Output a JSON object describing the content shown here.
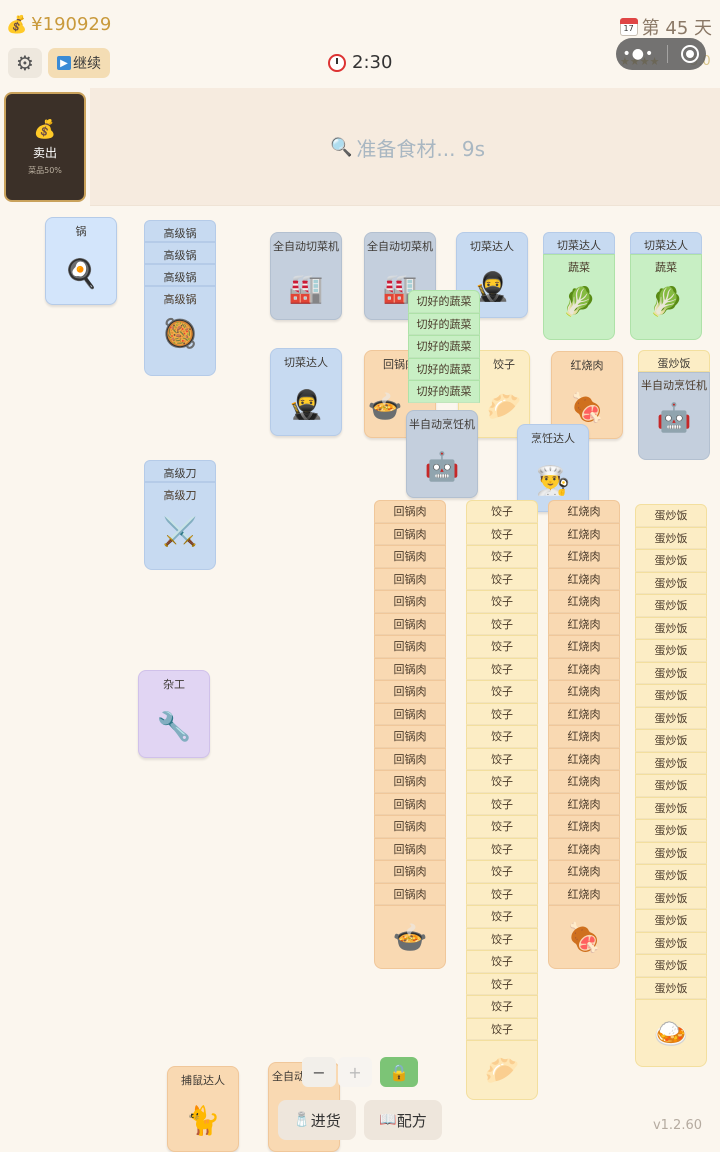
{
  "hud": {
    "money": "¥190929",
    "calendar_num": "17",
    "day": "第 45 天",
    "continue_label": "继续",
    "timer": "2:30",
    "stars": "★★★★",
    "score": "5.0"
  },
  "sell": {
    "label": "卖出",
    "sub": "菜品50%"
  },
  "banner": {
    "text": "准备食材... 9s"
  },
  "cards": {
    "guo": "锅",
    "gaoji_guo": "高级锅",
    "gaoji_dao": "高级刀",
    "zagong": "杂工",
    "quan_qie": "全自动切菜机",
    "qie_daren": "切菜达人",
    "shucai": "蔬菜",
    "qiehao_shucai": "切好的蔬菜",
    "banzi_pengren": "半自动烹饪机",
    "pengren_daren": "烹饪达人",
    "huiguorou": "回锅肉",
    "jiaozi": "饺子",
    "hongshaorou": "红烧肉",
    "danchaofan": "蛋炒饭",
    "bushu_daren": "捕鼠达人",
    "quan_auto_short": "全自动"
  },
  "bottom": {
    "minus": "−",
    "plus": "+",
    "stock_label": "进货",
    "recipe_label": "配方",
    "version": "v1.2.60"
  },
  "icons": {
    "money": "money-bag-icon",
    "settings": "gear-icon",
    "clock": "alarm-clock-icon",
    "search": "magnifier-icon"
  }
}
